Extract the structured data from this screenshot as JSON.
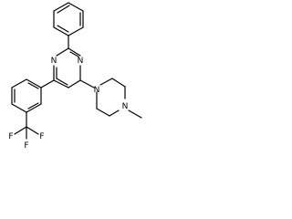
{
  "molecule": {
    "atoms": {
      "n_top": "N",
      "n_mid": "N",
      "n_pip_1": "N",
      "n_pip_4": "N",
      "f_1": "F",
      "f_2": "F",
      "f_3": "F"
    },
    "colors": {
      "ink": "#000000",
      "background": "#ffffff"
    }
  }
}
